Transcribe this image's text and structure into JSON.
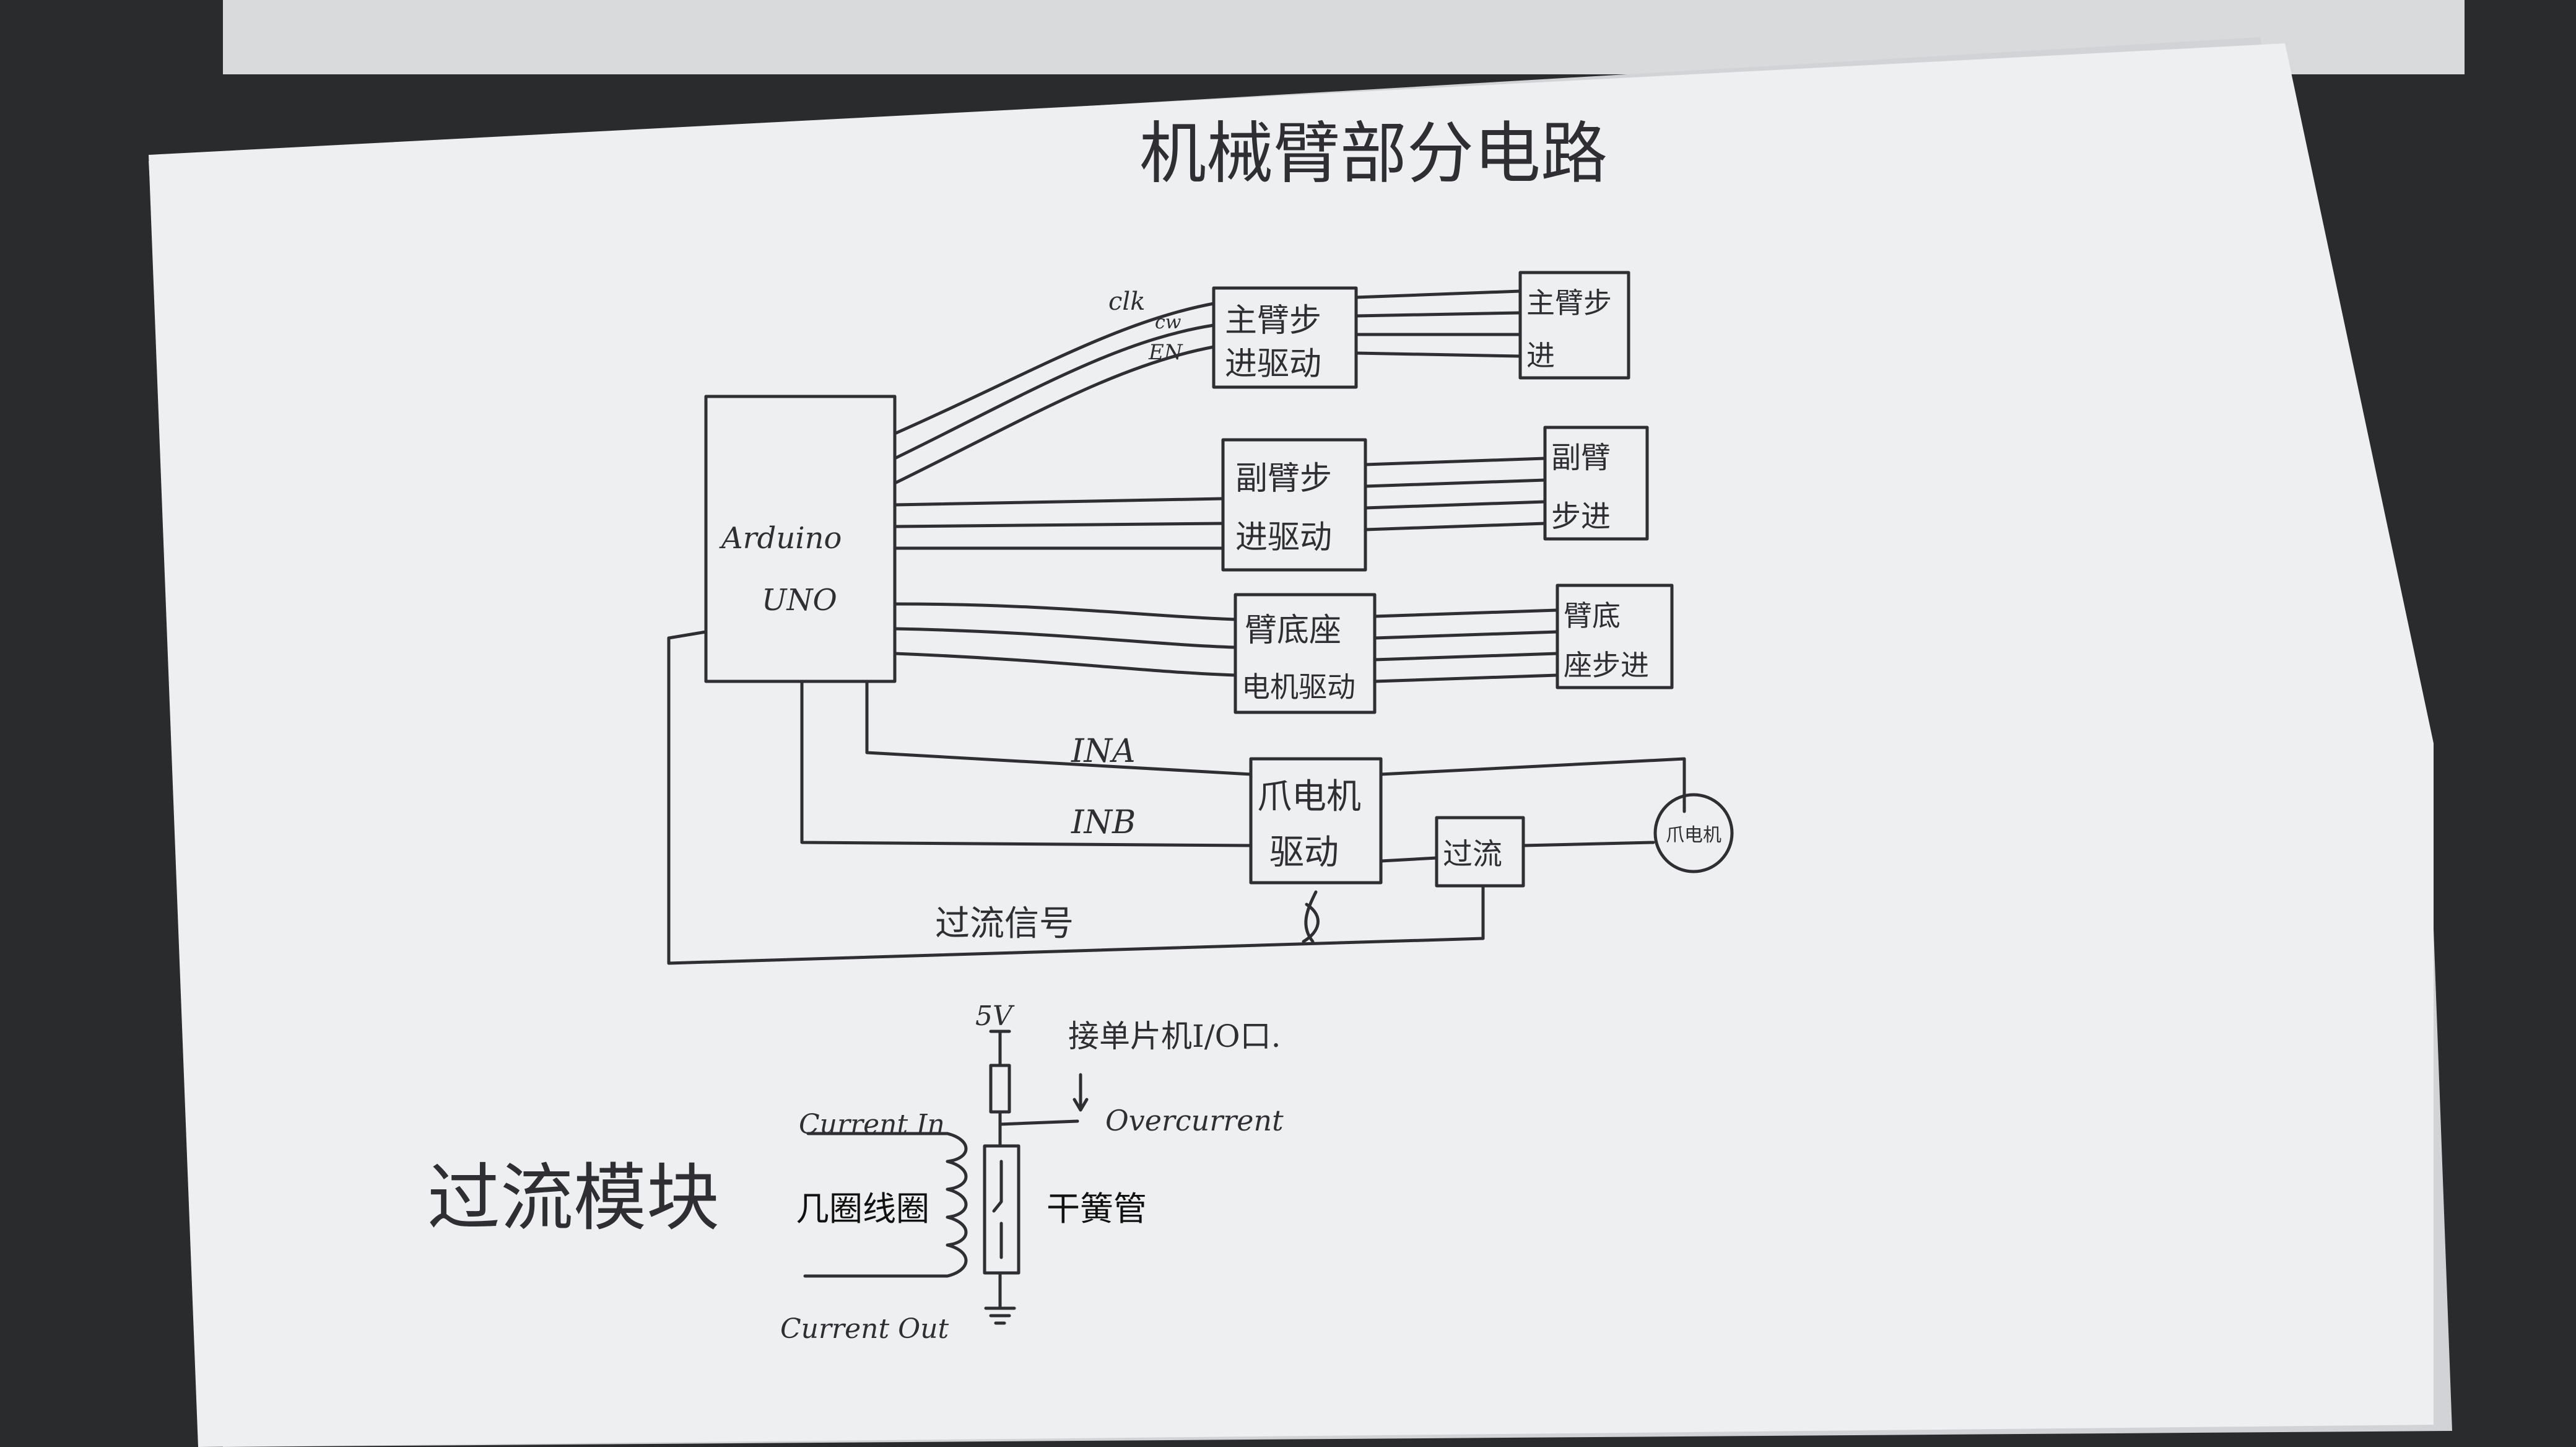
{
  "title": "机械臂部分电路",
  "controller": {
    "line1": "Arduino",
    "line2": "UNO"
  },
  "signals": {
    "clk": "clk",
    "cw": "cw",
    "en": "EN",
    "ina": "INA",
    "inb": "INB",
    "overcurrent_signal": "过流信号"
  },
  "blocks": {
    "main_driver": {
      "line1": "主臂步",
      "line2": "进驱动"
    },
    "main_motor": {
      "line1": "主臂步",
      "line2": "进"
    },
    "sub_driver": {
      "line1": "副臂步",
      "line2": "进驱动"
    },
    "sub_motor": {
      "line1": "副臂",
      "line2": "步进"
    },
    "base_driver": {
      "line1": "臂底座",
      "line2": "电机驱动"
    },
    "base_motor": {
      "line1": "臂底",
      "line2": "座步进"
    },
    "claw_driver": {
      "line1": "爪电机",
      "line2": "驱动"
    },
    "overcurrent_box": "过流",
    "claw_motor": "爪电机"
  },
  "module": {
    "title": "过流模块",
    "supply": "5V",
    "io_note": "接单片机I/O口.",
    "overcurrent": "Overcurrent",
    "current_in": "Current In",
    "current_out": "Current Out",
    "coil_label": "几圈线圈",
    "reed_label": "干簧管"
  },
  "colors": {
    "paper": "#eeeff1",
    "ink": "#2f2f33",
    "background": "#2a2b2c"
  }
}
